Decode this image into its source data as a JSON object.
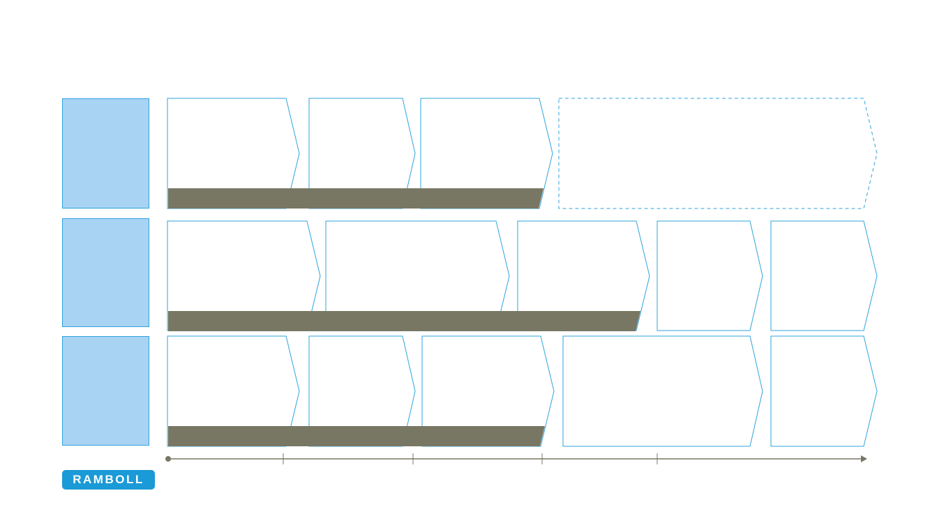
{
  "brand": {
    "logo_text": "RAMBOLL",
    "accent": "#1a9ad6"
  },
  "colors": {
    "row_label_fill": "#a9d3f3",
    "outline": "#2ea3dd",
    "progress_bar": "#787764",
    "timeline": "#787764"
  },
  "rows": [
    {
      "label": "",
      "steps": 4,
      "planned_step": 4,
      "progress_steps_covered": 3
    },
    {
      "label": "",
      "steps": 5,
      "progress_steps_covered": 3
    },
    {
      "label": "",
      "steps": 5,
      "progress_steps_covered": 3
    }
  ],
  "timeline": {
    "tick_count": 4
  }
}
